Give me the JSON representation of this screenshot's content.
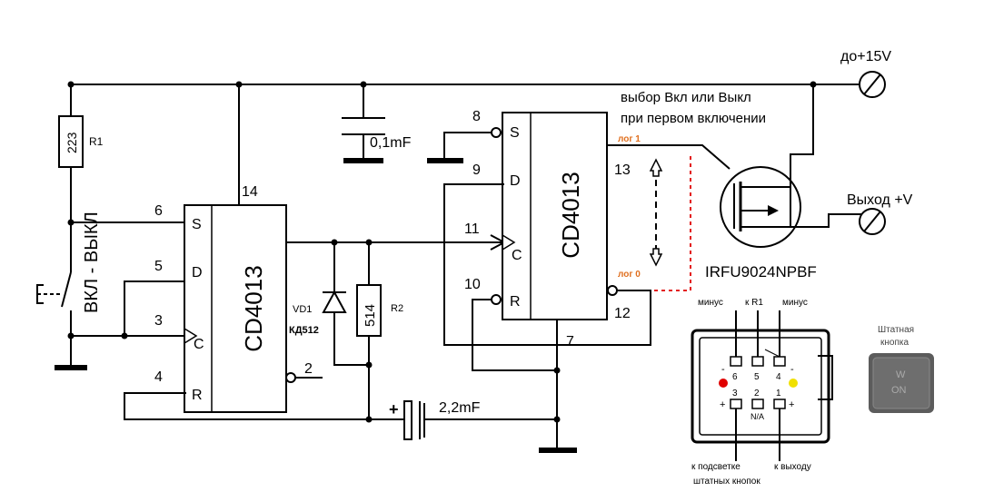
{
  "supply": {
    "label": "до+15V"
  },
  "output": {
    "label": "Выход +V"
  },
  "resistor_r1": {
    "value": "223",
    "ref": "R1"
  },
  "resistor_r2": {
    "value": "514",
    "ref": "R2"
  },
  "switch": {
    "label": "ВКЛ - ВЫКЛ"
  },
  "chip1": {
    "name": "CD4013",
    "pins": {
      "s": "6",
      "d": "5",
      "c": "3",
      "r": "4",
      "vdd": "14",
      "q": "2"
    }
  },
  "chip2": {
    "name": "CD4013",
    "pins": {
      "s": "8",
      "d": "9",
      "c": "11",
      "r": "10",
      "q": "13",
      "qbar": "12",
      "vss": "7"
    }
  },
  "pin_letters": {
    "s": "S",
    "d": "D",
    "c": "C",
    "r": "R"
  },
  "cap_top": {
    "label": "0,1mF"
  },
  "cap_bottom": {
    "label": "2,2mF",
    "polarity": "+"
  },
  "diode": {
    "ref": "VD1",
    "part": "КД512"
  },
  "note": {
    "line1": "выбор Вкл или Выкл",
    "line2": "при первом включении"
  },
  "logic_labels": {
    "high": "лог 1",
    "low": "лог 0"
  },
  "mosfet": {
    "part": "IRFU9024NPBF"
  },
  "connector": {
    "top_labels": [
      "минус",
      "к R1",
      "минус"
    ],
    "top_pins": [
      "6",
      "5",
      "4"
    ],
    "bottom_pins": [
      "3",
      "2",
      "1"
    ],
    "na": "N/A",
    "bottom_labels": {
      "left_line1": "к подсветке",
      "left_line2": "штатных кнопок",
      "right": "к выходу"
    },
    "pin_marks": {
      "minus": "-",
      "plus": "+"
    }
  },
  "stock_button": {
    "caption_line1": "Штатная",
    "caption_line2": "кнопка",
    "top_text": "W",
    "bottom_text": "ON"
  },
  "colors": {
    "logic_label": "#e07020",
    "dash_line": "#e00000",
    "dot_red": "#e00000",
    "dot_yellow": "#f0e000",
    "button_face": "#6e6e6e"
  }
}
